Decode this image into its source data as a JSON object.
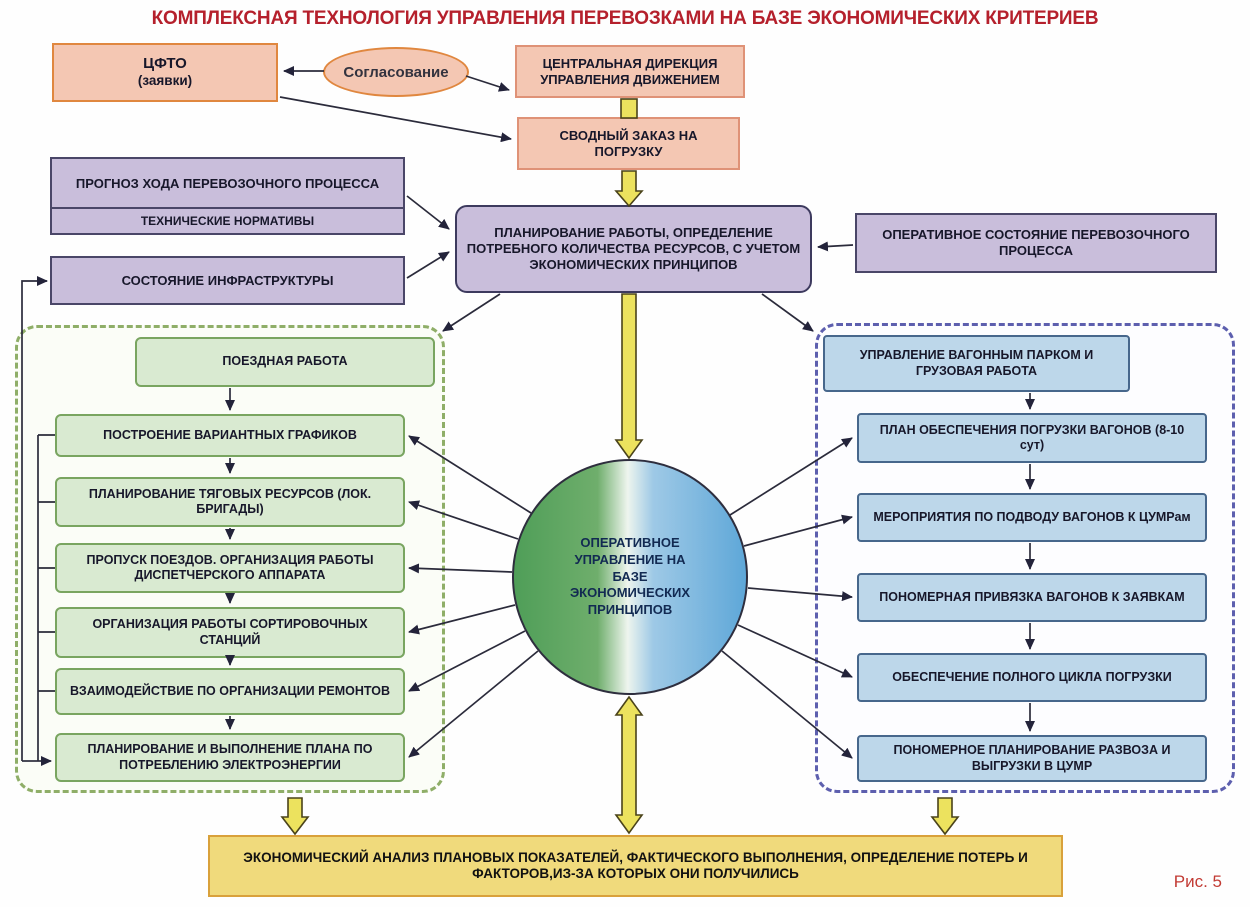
{
  "title": "КОМПЛЕКСНАЯ ТЕХНОЛОГИЯ УПРАВЛЕНИЯ ПЕРЕВОЗКАМИ НА БАЗЕ ЭКОНОМИЧЕСКИХ КРИТЕРИЕВ",
  "figure_caption": "Рис. 5",
  "colors": {
    "title_red": "#b5202c",
    "salmon_fill": "#f4c7b3",
    "salmon_border": "#e08a52",
    "purple_fill": "#c9bedb",
    "purple_border": "#4a4668",
    "green_fill": "#d9ead1",
    "green_border": "#79a560",
    "green_container_border": "#8fae68",
    "blue_fill": "#bdd7ea",
    "blue_border": "#47678c",
    "blue_container_border": "#5d5fae",
    "yellow_arrow_fill": "#ece25e",
    "bottom_fill": "#f0da7c",
    "bottom_border": "#d9a13b",
    "circle_green": "#4f9e58",
    "circle_blue": "#5ea7d8"
  },
  "top_row": {
    "cfto_title": "ЦФТО",
    "cfto_sub": "(заявки)",
    "agreement": "Согласование",
    "central_directorate": "ЦЕНТРАЛЬНАЯ ДИРЕКЦИЯ УПРАВЛЕНИЯ ДВИЖЕНИЕМ",
    "consolidated_order": "СВОДНЫЙ ЗАКАЗ НА ПОГРУЗКУ"
  },
  "inputs": {
    "forecast": "ПРОГНОЗ ХОДА ПЕРЕВОЗОЧНОГО ПРОЦЕССА",
    "technical_norms": "ТЕХНИЧЕСКИЕ НОРМАТИВЫ",
    "infrastructure_state": "СОСТОЯНИЕ ИНФРАСТРУКТУРЫ",
    "operative_state": "ОПЕРАТИВНОЕ СОСТОЯНИЕ ПЕРЕВОЗОЧНОГО ПРОЦЕССА"
  },
  "planning_block": "ПЛАНИРОВАНИЕ РАБОТЫ, ОПРЕДЕЛЕНИЕ ПОТРЕБНОГО КОЛИЧЕСТВА РЕСУРСОВ, С УЧЕТОМ ЭКОНОМИЧЕСКИХ ПРИНЦИПОВ",
  "center_circle": "ОПЕРАТИВНОЕ УПРАВЛЕНИЕ НА БАЗЕ ЭКОНОМИЧЕСКИХ ПРИНЦИПОВ",
  "train_work": {
    "header": "ПОЕЗДНАЯ РАБОТА",
    "items": [
      "ПОСТРОЕНИЕ ВАРИАНТНЫХ ГРАФИКОВ",
      "ПЛАНИРОВАНИЕ ТЯГОВЫХ РЕСУРСОВ (ЛОК. БРИГАДЫ)",
      "ПРОПУСК ПОЕЗДОВ. ОРГАНИЗАЦИЯ РАБОТЫ ДИСПЕТЧЕРСКОГО АППАРАТА",
      "ОРГАНИЗАЦИЯ РАБОТЫ СОРТИРОВОЧНЫХ СТАНЦИЙ",
      "ВЗАИМОДЕЙСТВИЕ ПО ОРГАНИЗАЦИИ РЕМОНТОВ",
      "ПЛАНИРОВАНИЕ И ВЫПОЛНЕНИЕ ПЛАНА ПО ПОТРЕБЛЕНИЮ ЭЛЕКТРОЭНЕРГИИ"
    ]
  },
  "wagon_work": {
    "header": "УПРАВЛЕНИЕ ВАГОННЫМ ПАРКОМ И ГРУЗОВАЯ РАБОТА",
    "items": [
      "ПЛАН ОБЕСПЕЧЕНИЯ ПОГРУЗКИ ВАГОНОВ (8-10 сут)",
      "МЕРОПРИЯТИЯ ПО ПОДВОДУ ВАГОНОВ К ЦУМРам",
      "ПОНОМЕРНАЯ ПРИВЯЗКА ВАГОНОВ К ЗАЯВКАМ",
      "ОБЕСПЕЧЕНИЕ ПОЛНОГО ЦИКЛА ПОГРУЗКИ",
      "ПОНОМЕРНОЕ ПЛАНИРОВАНИЕ РАЗВОЗА И ВЫГРУЗКИ В ЦУМР"
    ]
  },
  "bottom_block": "ЭКОНОМИЧЕСКИЙ АНАЛИЗ ПЛАНОВЫХ ПОКАЗАТЕЛЕЙ, ФАКТИЧЕСКОГО ВЫПОЛНЕНИЯ, ОПРЕДЕЛЕНИЕ ПОТЕРЬ И ФАКТОРОВ,ИЗ-ЗА КОТОРЫХ ОНИ ПОЛУЧИЛИСЬ"
}
